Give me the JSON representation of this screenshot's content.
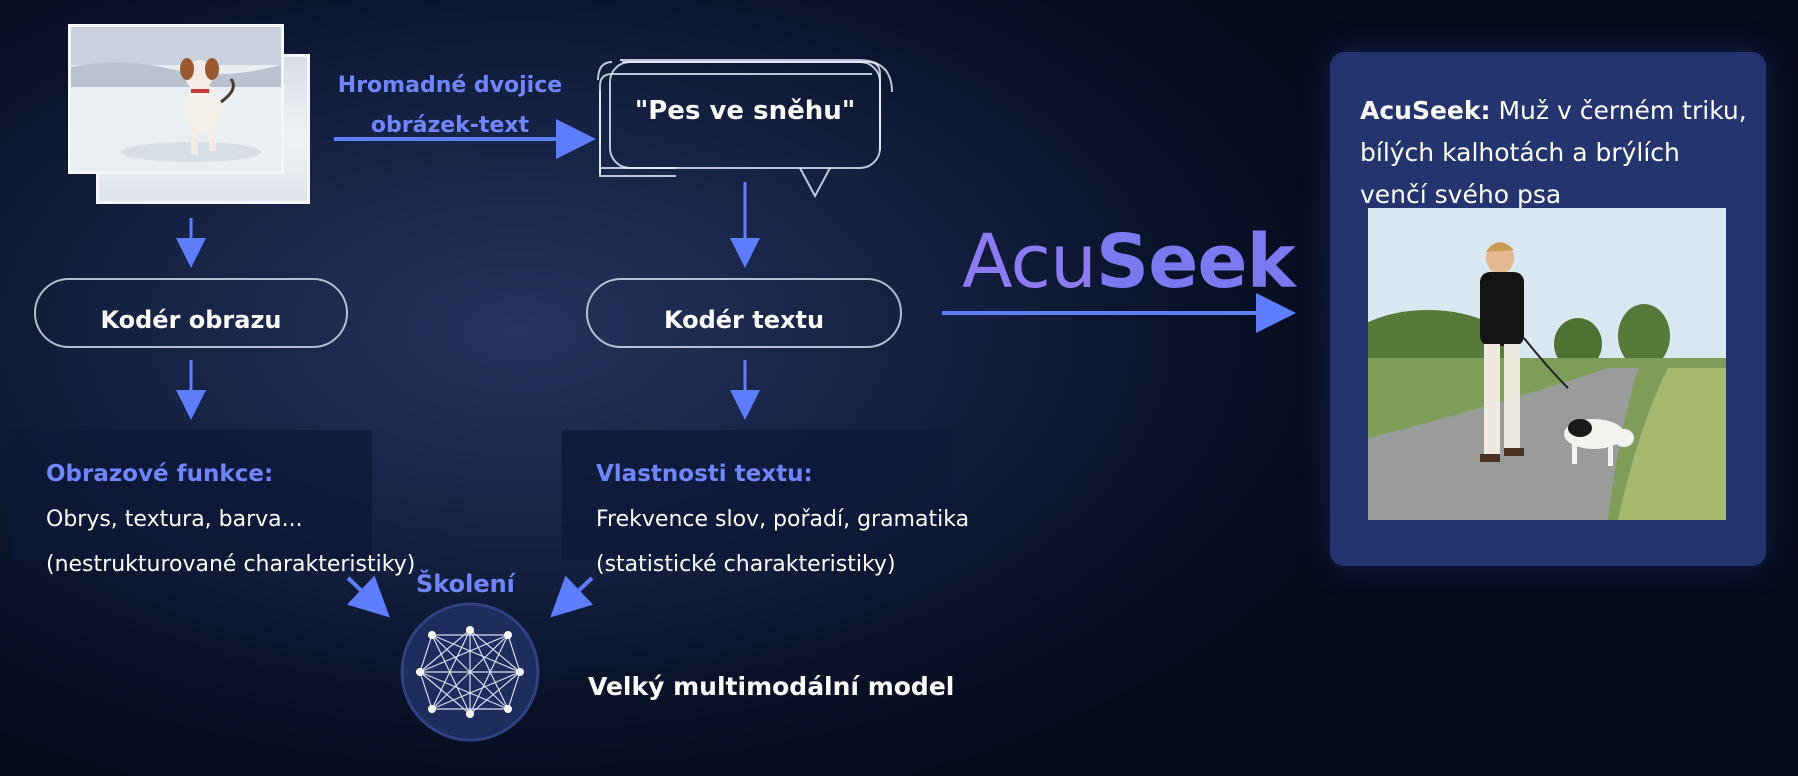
{
  "pair_label": "Hromadné dvojice obrázek-text",
  "speech_text": "\"Pes ve sněhu\"",
  "image_encoder": "Kodér obrazu",
  "text_encoder": "Kodér textu",
  "image_features": {
    "title": "Obrazové funkce:",
    "line1": "Obrys, textura, barva...",
    "line2": "(nestrukturované charakteristiky)"
  },
  "text_features": {
    "title": "Vlastnosti textu:",
    "line1": "Frekvence slov, pořadí, gramatika",
    "line2": "(statistické charakteristiky)"
  },
  "training_label": "Školení",
  "model_label": "Velký multimodální model",
  "logo": {
    "part1": "Acu",
    "part2": "Seek"
  },
  "result": {
    "brand": "AcuSeek:",
    "text": "Muž v černém triku, bílých kalhotách a brýlích venčí svého psa"
  },
  "colors": {
    "accent": "#6f86ff",
    "arrow": "#5f7dff",
    "card": "#24346e",
    "background": "#0f1a38"
  }
}
